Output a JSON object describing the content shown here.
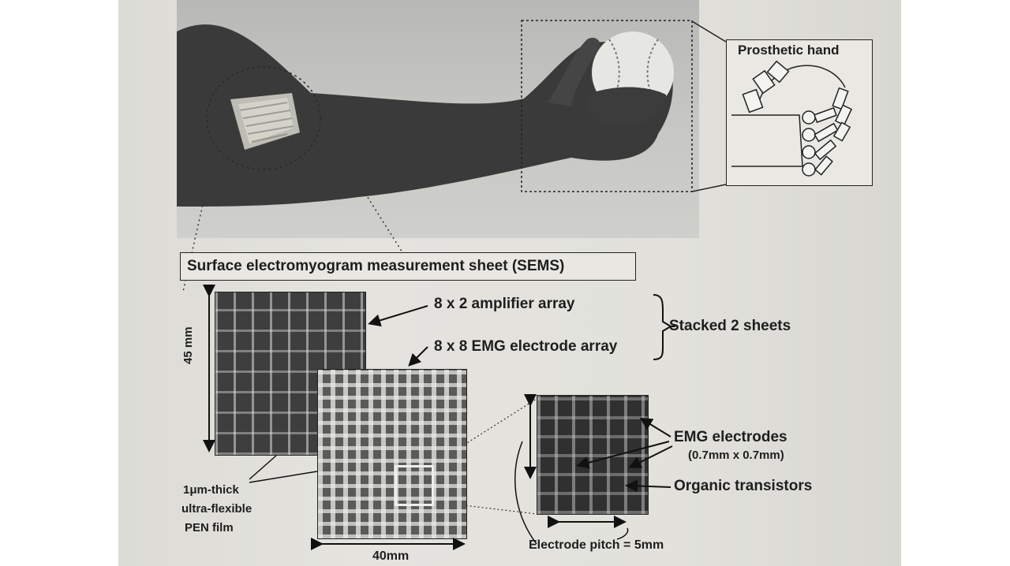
{
  "figure": {
    "prosthetic_hand_label": "Prosthetic hand",
    "sems_label": "Surface electromyogram measurement sheet (SEMS)",
    "amplifier_array_label": "8 x 2 amplifier array",
    "electrode_array_label": "8 x 8 EMG electrode array",
    "stacked_label": "Stacked 2 sheets",
    "height_dimension": "45 mm",
    "width_dimension": "40mm",
    "film_label_line1": "1μm-thick",
    "film_label_line2": "ultra-flexible",
    "film_label_line3": "PEN film",
    "emg_electrodes_label": "EMG electrodes",
    "electrode_size_label": "(0.7mm x 0.7mm)",
    "organic_transistors_label": "Organic transistors",
    "electrode_pitch_label": "Electrode pitch = 5mm"
  }
}
